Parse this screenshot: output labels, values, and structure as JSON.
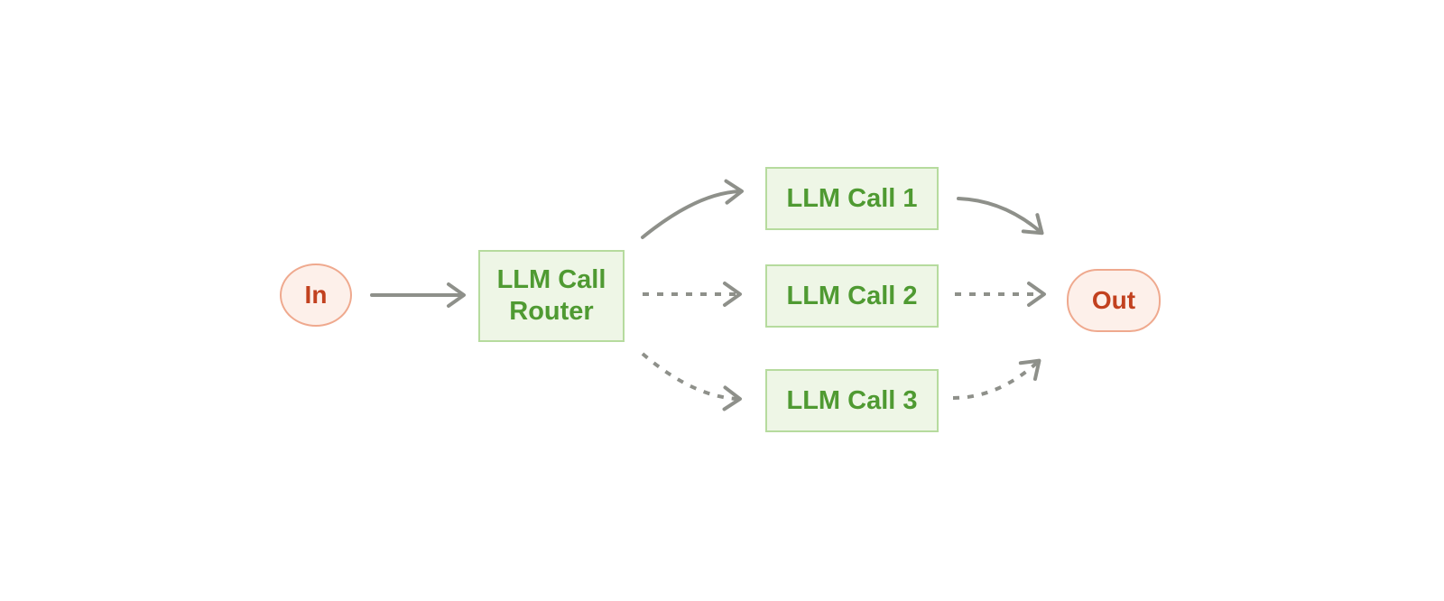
{
  "diagram": {
    "type": "workflow-routing-diagram",
    "nodes": {
      "in": {
        "label": "In",
        "shape": "ellipse",
        "role": "input"
      },
      "router": {
        "label": "LLM Call Router",
        "shape": "rect",
        "role": "router"
      },
      "call1": {
        "label": "LLM Call 1",
        "shape": "rect",
        "role": "llm-call"
      },
      "call2": {
        "label": "LLM Call 2",
        "shape": "rect",
        "role": "llm-call"
      },
      "call3": {
        "label": "LLM Call 3",
        "shape": "rect",
        "role": "llm-call"
      },
      "out": {
        "label": "Out",
        "shape": "pill",
        "role": "output"
      }
    },
    "edges": [
      {
        "from": "in",
        "to": "router",
        "style": "solid"
      },
      {
        "from": "router",
        "to": "call1",
        "style": "solid"
      },
      {
        "from": "router",
        "to": "call2",
        "style": "dashed"
      },
      {
        "from": "router",
        "to": "call3",
        "style": "dashed"
      },
      {
        "from": "call1",
        "to": "out",
        "style": "solid"
      },
      {
        "from": "call2",
        "to": "out",
        "style": "dashed"
      },
      {
        "from": "call3",
        "to": "out",
        "style": "dashed"
      }
    ],
    "colors": {
      "background": "#ffffff",
      "node_green_fill": "#eef6e6",
      "node_green_border": "#b6db9e",
      "node_green_text": "#4f9a32",
      "node_red_fill": "#fdf0ea",
      "node_red_border": "#efa98e",
      "node_red_text": "#c2411f",
      "arrow_gray": "#8e908a"
    }
  }
}
